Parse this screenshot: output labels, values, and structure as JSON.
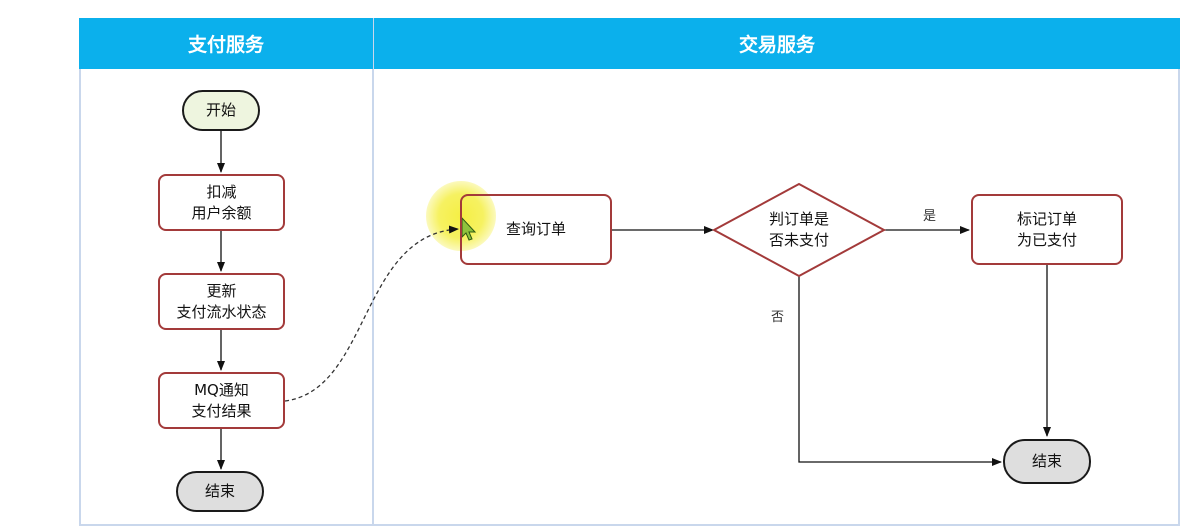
{
  "lanes": {
    "payment": {
      "title": "支付服务"
    },
    "trade": {
      "title": "交易服务"
    }
  },
  "nodes": {
    "start": "开始",
    "deduct_balance": "扣减\n用户余额",
    "update_flow": "更新\n支付流水状态",
    "mq_notify": "MQ通知\n支付结果",
    "end_payment": "结束",
    "query_order": "查询订单",
    "check_unpaid": "判订单是\n否未支付",
    "mark_paid": "标记订单\n为已支付",
    "end_trade": "结束"
  },
  "edges": {
    "yes_label": "是",
    "no_label": "否"
  },
  "colors": {
    "header_bg": "#0bb0ec",
    "lane_border": "#c9d7ec",
    "process_border": "#a33a3a",
    "start_fill": "#eef5df",
    "end_fill": "#dedede",
    "cursor_highlight": "#f4ee3a"
  },
  "icons": {
    "cursor": "mouse-pointer-icon"
  }
}
